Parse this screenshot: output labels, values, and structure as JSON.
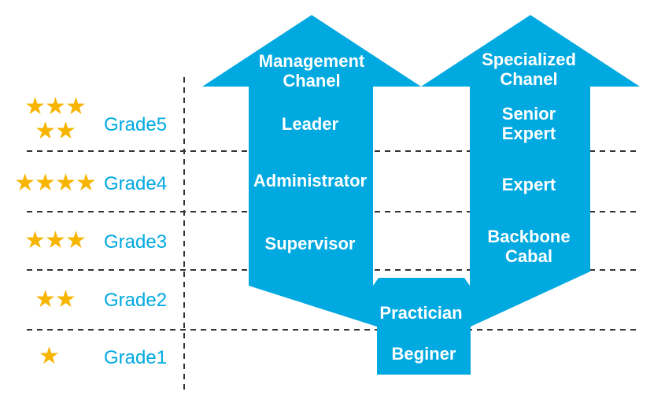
{
  "grades": [
    {
      "label": "Grade5",
      "stars_line1": "★★★",
      "stars_line2": "★★"
    },
    {
      "label": "Grade4",
      "stars": "★★★★"
    },
    {
      "label": "Grade3",
      "stars": "★★★"
    },
    {
      "label": "Grade2",
      "stars": "★★"
    },
    {
      "label": "Grade1",
      "stars": "★"
    }
  ],
  "management_channel": {
    "title_line1": "Management",
    "title_line2": "Chanel",
    "levels": [
      "Leader",
      "Administrator",
      "Supervisor"
    ]
  },
  "specialized_channel": {
    "title_line1": "Specialized",
    "title_line2": "Chanel",
    "levels": [
      {
        "line1": "Senior",
        "line2": "Expert"
      },
      {
        "line1": "Expert"
      },
      {
        "line1": "Backbone",
        "line2": "Cabal"
      }
    ]
  },
  "shared_levels": {
    "practician": "Practician",
    "beginner": "Beginer"
  },
  "colors": {
    "arrow": "#00a9e0",
    "star": "#f7b500",
    "grade_text": "#00a9e0",
    "divider": "#333333"
  }
}
